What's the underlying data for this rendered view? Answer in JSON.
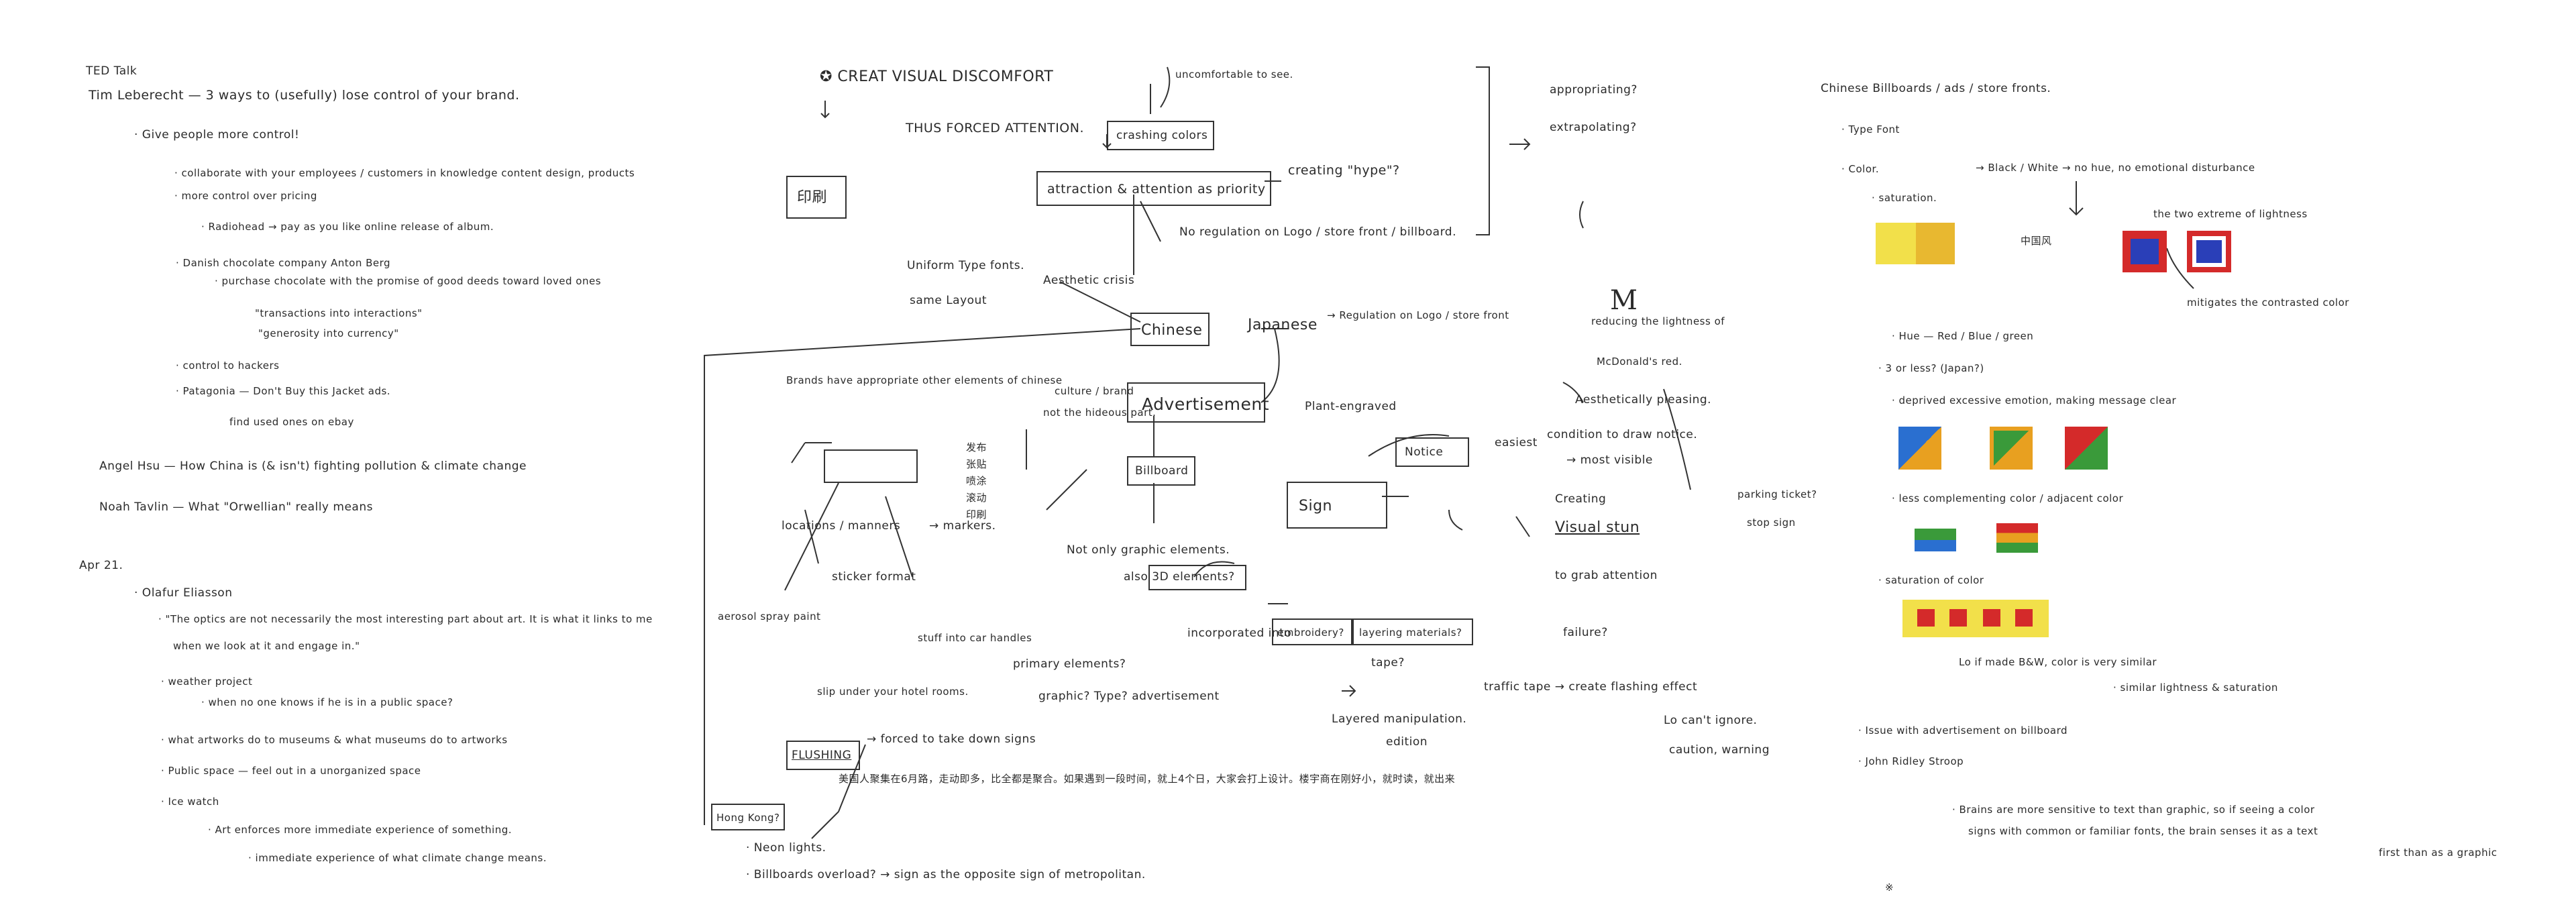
{
  "left": {
    "header": "TED Talk",
    "title": "Tim Leberecht — 3 ways to (usefully) lose control of your brand.",
    "give": "· Give people more control!",
    "collab": "· collaborate with your employees / customers in knowledge content design, products",
    "more_control": "· more control over pricing",
    "radiohead": "· Radiohead → pay as you like online release of album.",
    "danish": "· Danish chocolate company Anton Berg",
    "purchase": "· purchase chocolate with the promise of good deeds toward loved ones",
    "transactions": "\"transactions into interactions\"",
    "generosity": "\"generosity into currency\"",
    "hackers": "· control to hackers",
    "patagonia": "· Patagonia — Don't Buy this Jacket ads.",
    "find_used": "find used ones on ebay",
    "angel": "Angel Hsu — How China is (& isn't) fighting pollution & climate change",
    "noah": "Noah Tavlin — What \"Orwellian\" really means",
    "apr": "Apr 21.",
    "olafur": "· Olafur Eliasson",
    "quote1": "· \"The optics are not necessarily the most interesting part about art. It is what it links to me",
    "quote2": "when we look at it and engage in.\"",
    "weather": "· weather project",
    "weather_sub": "· when no one knows if he is in a public space?",
    "artworks": "· what artworks do to museums & what museums do to artworks",
    "public": "· Public space — feel out in a unorganized space",
    "ice": "· Ice watch",
    "art_enforces": "· Art enforces more immediate experience of something.",
    "immediate": "· immediate experience of what climate change means."
  },
  "middle": {
    "creat": "✪ CREAT VISUAL DISCOMFORT",
    "thus": "THUS FORCED ATTENTION.",
    "uncomfortable": "uncomfortable to see.",
    "crashing": "crashing colors",
    "attraction": "attraction & attention as priority",
    "creating_hype": "creating \"hype\"?",
    "appropriating": "appropriating?",
    "extrapolating": "extrapolating?",
    "no_regulation": "No regulation on Logo / store front / billboard.",
    "uniform": "Uniform Type fonts.",
    "same_layout": "same Layout",
    "aesthetic": "Aesthetic crisis",
    "chinese": "Chinese",
    "japanese": "Japanese",
    "regulation": "→ Regulation on Logo / store front",
    "reducing": "reducing the lightness of",
    "mcd": "McDonald's red.",
    "brands": "Brands have appropriate other elements of chinese",
    "culture": "culture / brand",
    "not_hideous": "not the hideous part.",
    "advertisement": "Advertisement",
    "plant": "Plant-engraved",
    "aesth_pleasing": "Aesthetically pleasing.",
    "condition": "condition to draw notice.",
    "most_visible": "→ most visible",
    "notice": "Notice",
    "easiest": "easiest",
    "billboard": "Billboard",
    "sign": "Sign",
    "creating2": "Creating",
    "visual_stun": "Visual stun",
    "to_grab": "to grab attention",
    "failure": "failure?",
    "parking": "parking ticket?",
    "stop_sign": "stop sign",
    "locations": "locations / manners",
    "markers": "→ markers.",
    "sticker": "sticker format",
    "aerosol": "aerosol spray paint",
    "stuff_car": "stuff into car handles",
    "slip": "slip under your hotel rooms.",
    "not_only": "Not only graphic elements.",
    "also_3d": "also 3D elements?",
    "incorporated": "incorporated into",
    "embroidery": "embroidery?",
    "layering": "layering materials?",
    "tape": "tape?",
    "layered": "Layered manipulation.",
    "edition": "edition",
    "primary": "primary elements?",
    "graphic": "graphic? Type? advertisement",
    "traffic": "traffic tape → create flashing effect",
    "cant_ignore": "Lo can't ignore.",
    "caution": "caution, warning",
    "flushing": "FLUSHING",
    "forced": "→ forced to take down signs",
    "chinese_line": "美国人聚集在6月路，走动即多，比全都是聚合。如果遇到一段时间，就上4个日，大家会打上设计。楼宇商在刚好小，就时读，就出来",
    "hongkong": "Hong Kong?",
    "neon": "· Neon lights.",
    "billboards_overload": "· Billboards overload? → sign as the opposite sign of metropolitan.",
    "seal_text": "印刷",
    "vertical_chars": [
      "发布",
      "张贴",
      "喷涂",
      "滚动",
      "印刷"
    ]
  },
  "right": {
    "title": "Chinese Billboards / ads / store fronts.",
    "type_font": "· Type Font",
    "color": "· Color.",
    "black_white": "→ Black / White → no hue, no emotional disturbance",
    "saturation": "· saturation.",
    "two_extreme": "the two extreme of lightness",
    "mitigates": "mitigates the contrasted color",
    "hue": "· Hue — Red / Blue / green",
    "three_or_less": "· 3 or less? (Japan?)",
    "deprived": "· deprived excessive emotion, making message clear",
    "less_complementing": "· less complementing color / adjacent color",
    "saturation_of": "· saturation of color",
    "if_made": "Lo if made B&W, color is very similar",
    "similar": "· similar lightness & saturation",
    "issue": "· Issue with advertisement on billboard",
    "john": "· John Ridley Stroop",
    "brains1": "· Brains are more sensitive to text than graphic, so if seeing a color",
    "brains2": "signs with common or familiar fonts, the brain senses it as a text",
    "brains3": "first than as a graphic",
    "footnote": "※",
    "fan_label": "中国风"
  },
  "colors": {
    "ink": "#2b2b2b",
    "yellow": "#f2e04a",
    "orange_yellow": "#e8b830",
    "red": "#d42a2a",
    "blue": "#2a3fb8",
    "green": "#3a9a3a",
    "sw_orange": "#e8a020"
  }
}
